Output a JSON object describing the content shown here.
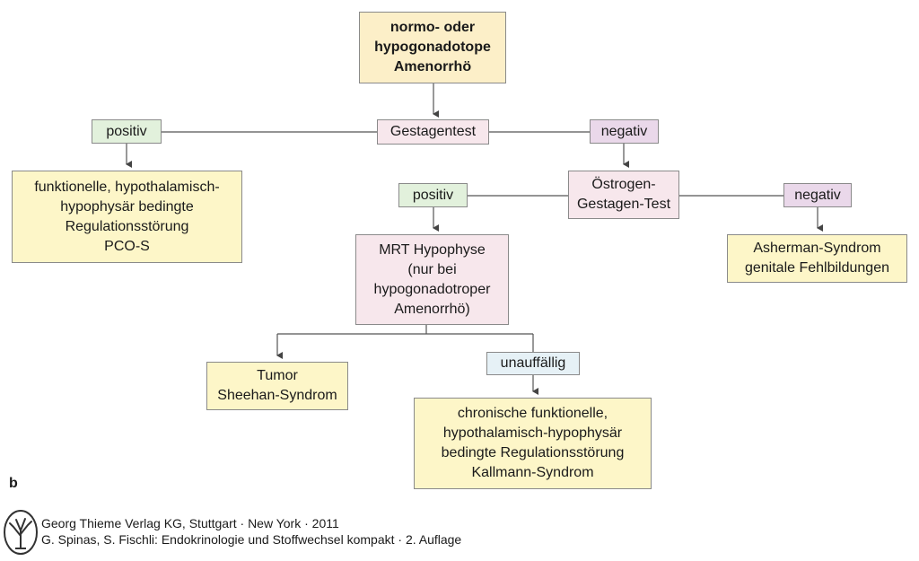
{
  "root": {
    "lines": [
      "normo- oder",
      "hypogonadotope",
      "Amenorrhö"
    ]
  },
  "test1": {
    "label": "Gestagentest",
    "positive": "positiv",
    "negative": "negativ"
  },
  "result_positive1": {
    "lines": [
      "funktionelle, hypothalamisch-",
      "hypophysär bedingte",
      "Regulationsstörung",
      "PCO-S"
    ]
  },
  "test2": {
    "lines": [
      "Östrogen-",
      "Gestagen-Test"
    ],
    "positive": "positiv",
    "negative": "negativ"
  },
  "result_negative2": {
    "lines": [
      "Asherman-Syndrom",
      "genitale Fehlbildungen"
    ]
  },
  "mrt": {
    "lines": [
      "MRT Hypophyse",
      "(nur bei",
      "hypogonadotroper",
      "Amenorrhö)"
    ]
  },
  "tumor": {
    "lines": [
      "Tumor",
      "Sheehan-Syndrom"
    ]
  },
  "unremarkable": {
    "label": "unauffällig"
  },
  "chronic": {
    "lines": [
      "chronische funktionelle,",
      "hypothalamisch-hypophysär",
      "bedingte Regulationsstörung",
      "Kallmann-Syndrom"
    ]
  },
  "panel_label": "b",
  "footer": {
    "publisher": "Georg Thieme Verlag KG, Stuttgart · New York · 2011",
    "citation": "G. Spinas, S. Fischli: Endokrinologie und Stoffwechsel kompakt · 2. Auflage",
    "logo_icon": "thieme-tree-logo-icon"
  },
  "colors": {
    "yellow": "#fdf6c8",
    "orange": "#fcefc8",
    "pink": "#f7e7ec",
    "green": "#e2f1dc",
    "purple": "#ead8ea",
    "blue": "#e6f1f6",
    "line": "#555555"
  }
}
